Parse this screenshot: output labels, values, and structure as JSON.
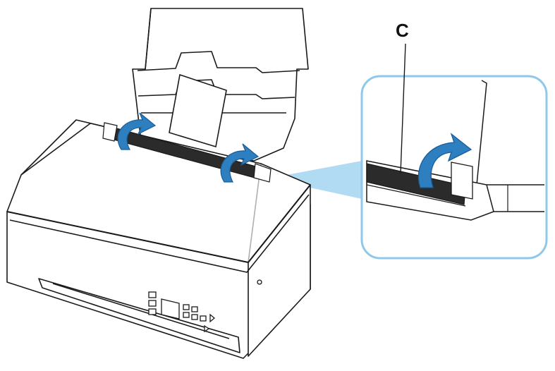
{
  "figure": {
    "callout_label": "C"
  },
  "colors": {
    "outline": "#1a1a1a",
    "body_fill": "#ffffff",
    "slot": "#2b2b2b",
    "arrow": "#2e7fc0",
    "arrow_dark": "#1a5d99",
    "zoom_border": "#8ec8ea",
    "zoom_beam": "#a9d7f2"
  },
  "icons": [
    "open-arrow-icon",
    "printer-illustration",
    "zoom-callout"
  ]
}
